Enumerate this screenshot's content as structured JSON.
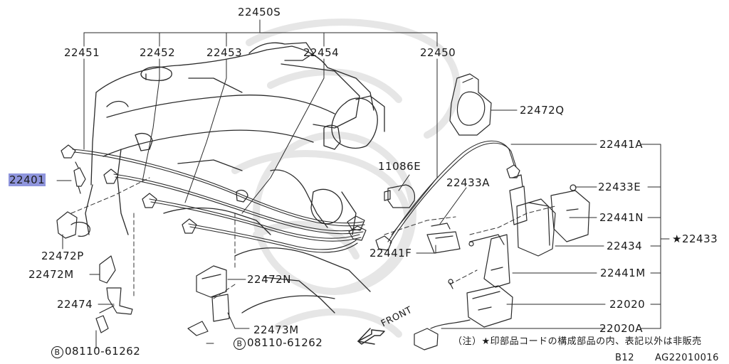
{
  "labels": {
    "assembly": "22450S",
    "cable_1": "22451",
    "cable_2": "22452",
    "cable_3": "22453",
    "cable_4": "22454",
    "cable_main": "22450",
    "spark_plug": "22401",
    "clamp_q": "22472Q",
    "sensor": "11086E",
    "bolt_a": "22433A",
    "cable_a": "22441A",
    "nut_e": "22433E",
    "bracket_n": "22441N",
    "coil": "22434",
    "coil_assy": "★22433",
    "cable_f": "22441F",
    "bracket_m": "22441M",
    "module": "22020",
    "module_a": "22020A",
    "clamp_p": "22472P",
    "clamp_m": "22472M",
    "clamp_n": "22472N",
    "bracket_474": "22474",
    "bracket_473m": "22473M",
    "bolt_left_prefix": "B",
    "bolt_left": "08110-61262",
    "bolt_mid_prefix": "B",
    "bolt_mid": "08110-61262",
    "front": "FRONT",
    "note": "（注）★印部品コードの構成部品の内、表記以外は非販売",
    "page_code": "B12",
    "diagram_id": "AG22010016"
  },
  "highlight_color": "#8f95dd"
}
